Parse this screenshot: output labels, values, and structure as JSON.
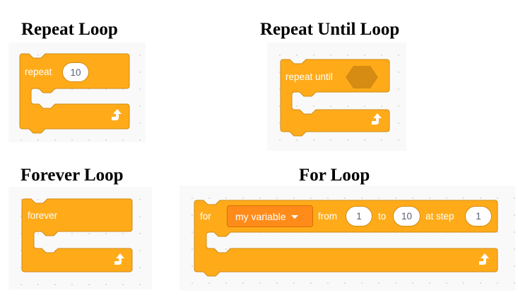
{
  "titles": {
    "repeat": "Repeat Loop",
    "repeat_until": "Repeat Until Loop",
    "forever": "Forever Loop",
    "for": "For Loop"
  },
  "blocks": {
    "repeat": {
      "keyword": "repeat",
      "count": "10"
    },
    "repeat_until": {
      "keyword": "repeat until"
    },
    "forever": {
      "keyword": "forever"
    },
    "for": {
      "keyword": "for",
      "variable": "my variable",
      "from_label": "from",
      "from_value": "1",
      "to_label": "to",
      "to_value": "10",
      "step_label": "at step",
      "step_value": "1"
    }
  },
  "colors": {
    "block_fill": "#ffab19",
    "block_outline": "#cf8b17",
    "slot_fill": "#d68b12",
    "dropdown_fill": "#ff8c1a",
    "canvas": "#f9f9f9"
  },
  "icons": {
    "loop_arrow": "loop-arrow-icon",
    "dropdown_caret": "caret-down-icon"
  }
}
